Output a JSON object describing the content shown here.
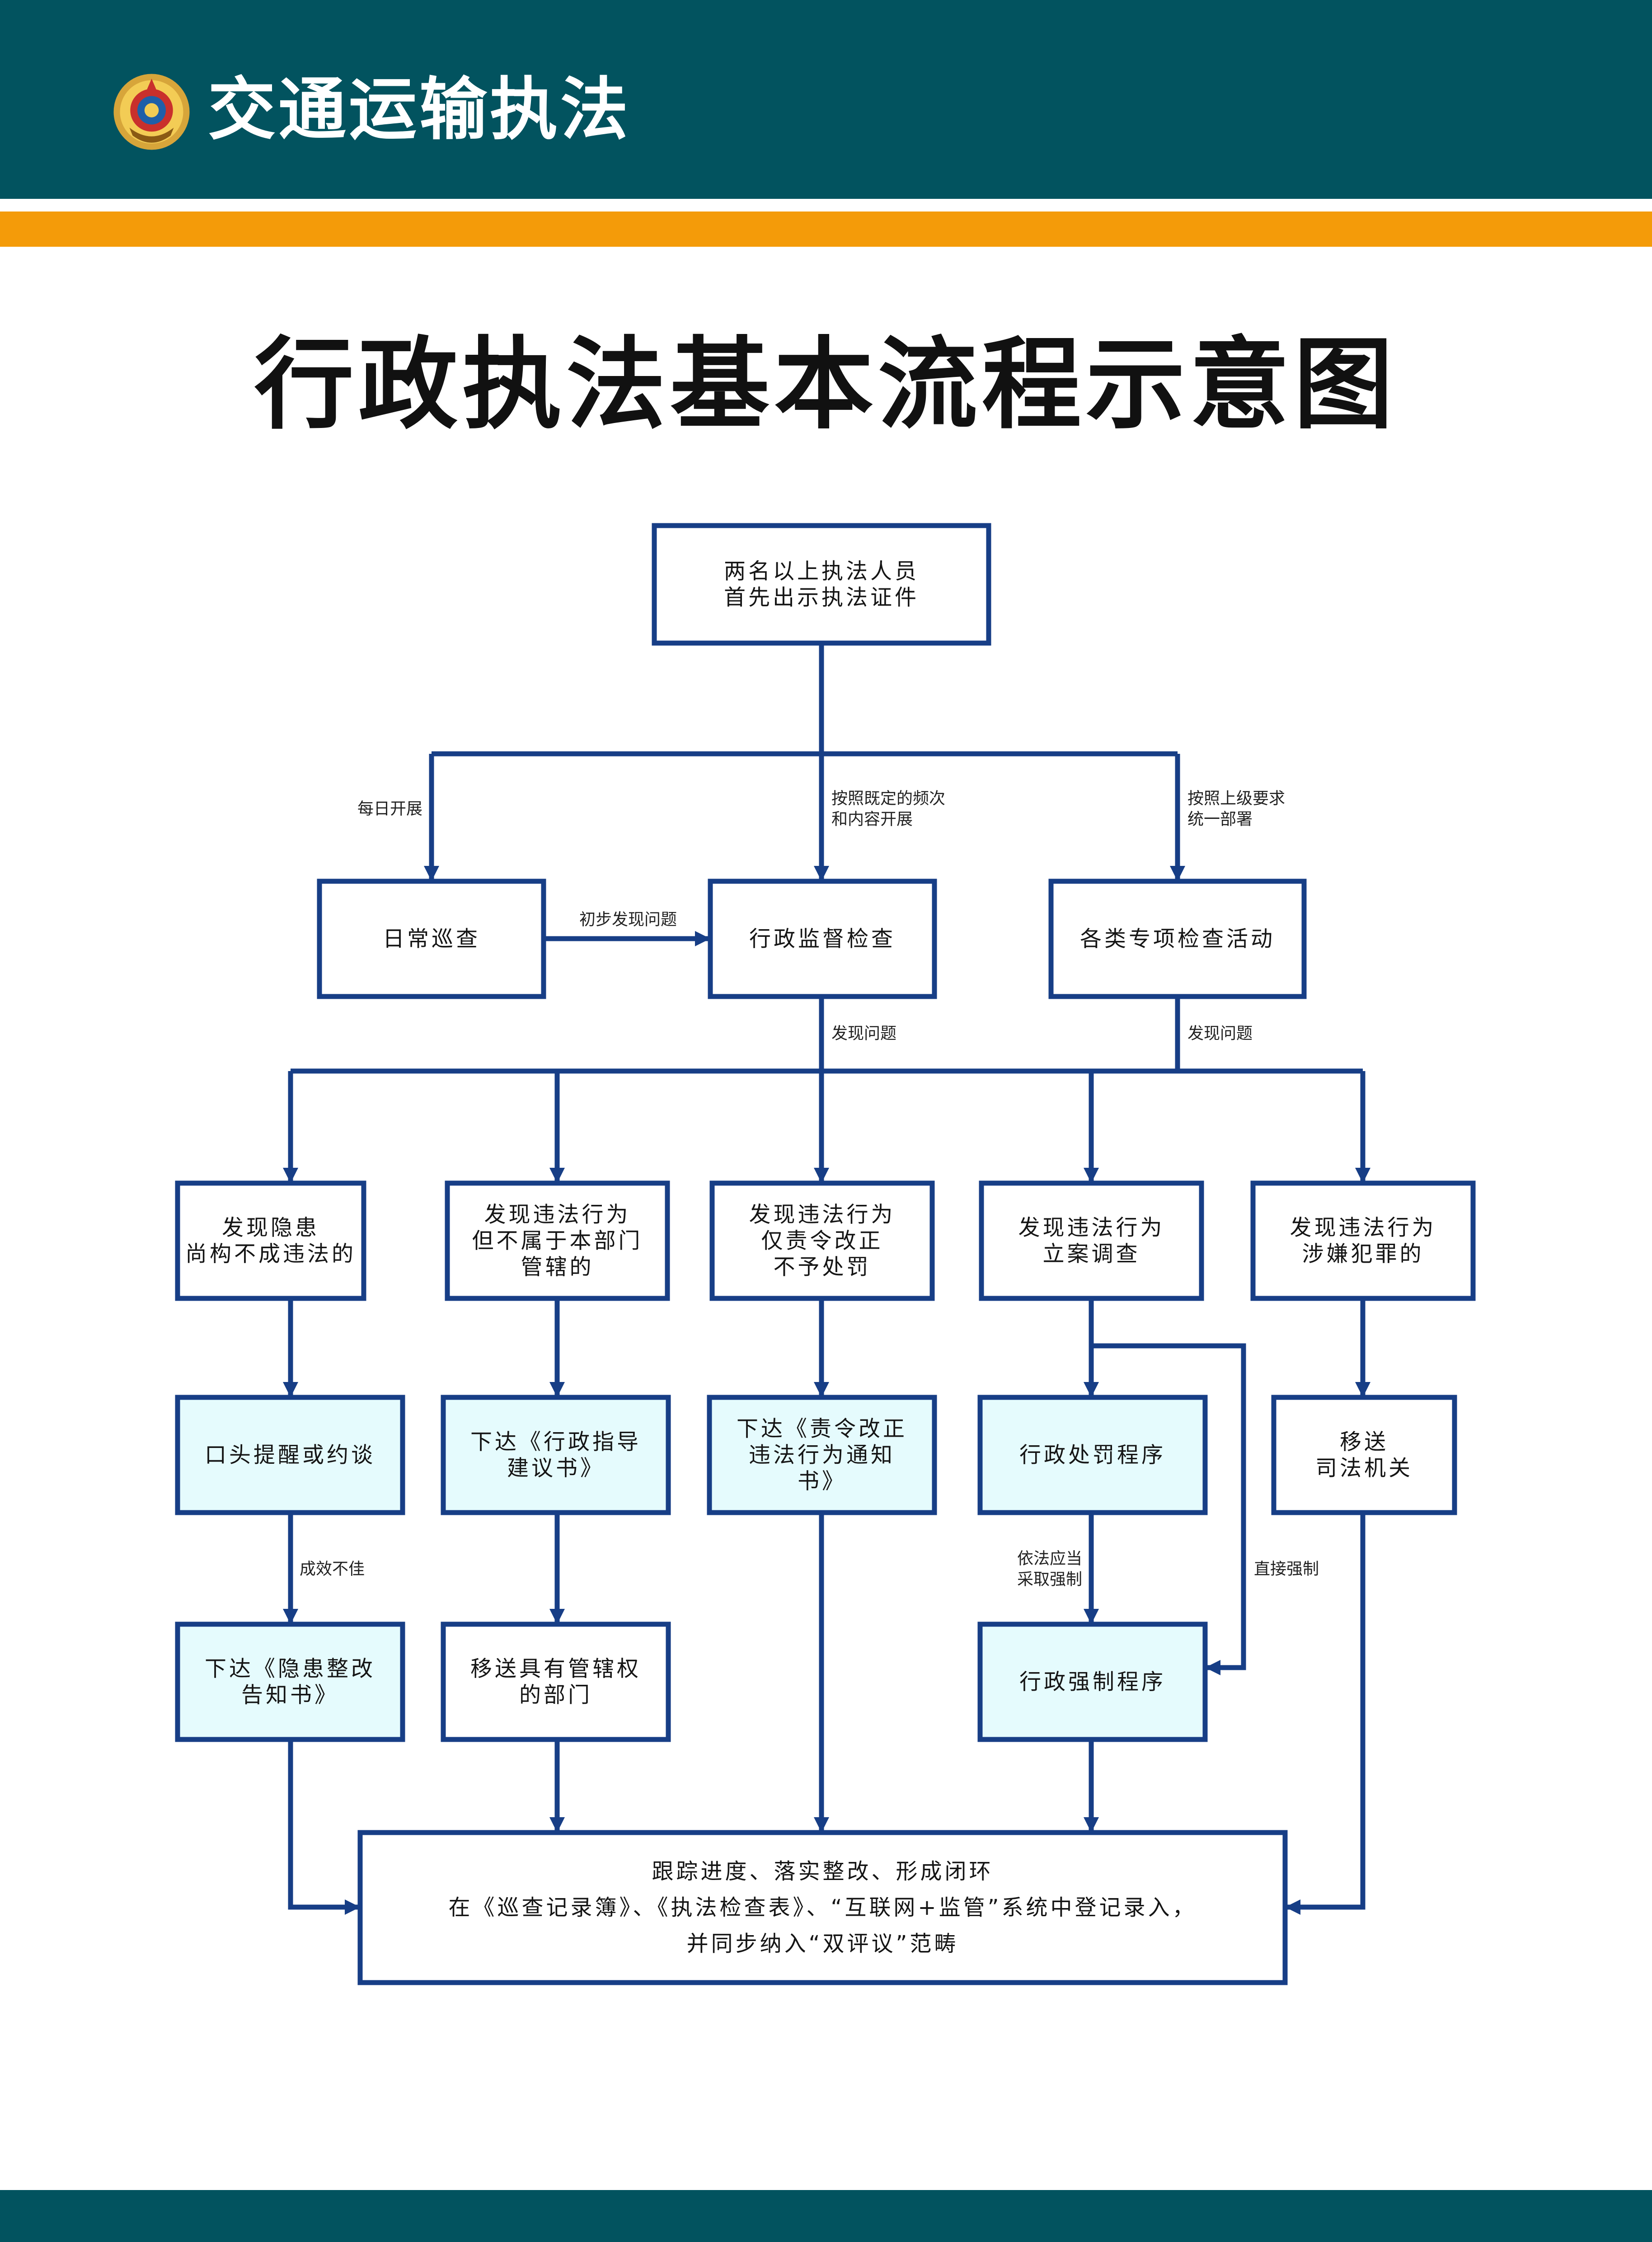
{
  "header": {
    "title": "交通运输执法",
    "emblem_icon": "police-emblem-icon"
  },
  "diagram_title": "行政执法基本流程示意图",
  "colors": {
    "header_bg": "#02535f",
    "stripe": "#f49b09",
    "line": "#173e86",
    "box_fill_light": "#e5fbfd",
    "box_fill_white": "#ffffff"
  },
  "nodes": [
    {
      "id": "start",
      "lines": [
        "两名以上执法人员",
        "首先出示执法证件"
      ],
      "fill": "white"
    },
    {
      "id": "daily",
      "lines": [
        "日常巡查"
      ],
      "fill": "white"
    },
    {
      "id": "supervise",
      "lines": [
        "行政监督检查"
      ],
      "fill": "white"
    },
    {
      "id": "special",
      "lines": [
        "各类专项检查活动"
      ],
      "fill": "white"
    },
    {
      "id": "c1",
      "lines": [
        "发现隐患",
        "尚构不成违法的"
      ],
      "fill": "white"
    },
    {
      "id": "c2",
      "lines": [
        "发现违法行为",
        "但不属于本部门",
        "管辖的"
      ],
      "fill": "white"
    },
    {
      "id": "c3",
      "lines": [
        "发现违法行为",
        "仅责令改正",
        "不予处罚"
      ],
      "fill": "white"
    },
    {
      "id": "c4",
      "lines": [
        "发现违法行为",
        "立案调查"
      ],
      "fill": "white"
    },
    {
      "id": "c5",
      "lines": [
        "发现违法行为",
        "涉嫌犯罪的"
      ],
      "fill": "white"
    },
    {
      "id": "a1",
      "lines": [
        "口头提醒或约谈"
      ],
      "fill": "light"
    },
    {
      "id": "a2",
      "lines": [
        "下达《行政指导",
        "建议书》"
      ],
      "fill": "light"
    },
    {
      "id": "a3",
      "lines": [
        "下达《责令改正",
        "违法行为通知",
        "书》"
      ],
      "fill": "light"
    },
    {
      "id": "a4",
      "lines": [
        "行政处罚程序"
      ],
      "fill": "light"
    },
    {
      "id": "a5",
      "lines": [
        "移送",
        "司法机关"
      ],
      "fill": "white"
    },
    {
      "id": "b1",
      "lines": [
        "下达《隐患整改",
        "告知书》"
      ],
      "fill": "light"
    },
    {
      "id": "b2",
      "lines": [
        "移送具有管辖权",
        "的部门"
      ],
      "fill": "white"
    },
    {
      "id": "b4",
      "lines": [
        "行政强制程序"
      ],
      "fill": "light"
    },
    {
      "id": "final",
      "lines": [
        "跟踪进度、落实整改、形成闭环",
        "在《巡查记录簿》、《执法检查表》、“互联网+监管”系统中登记录入，",
        "并同步纳入“双评议”范畴"
      ],
      "fill": "white"
    }
  ],
  "edge_labels": [
    {
      "id": "lbl-daily",
      "lines": [
        "每日开展"
      ]
    },
    {
      "id": "lbl-freq",
      "lines": [
        "按照既定的频次",
        "和内容开展"
      ]
    },
    {
      "id": "lbl-superior",
      "lines": [
        "按照上级要求",
        "统一部署"
      ]
    },
    {
      "id": "lbl-initial",
      "lines": [
        "初步发现问题"
      ]
    },
    {
      "id": "lbl-found1",
      "lines": [
        "发现问题"
      ]
    },
    {
      "id": "lbl-found2",
      "lines": [
        "发现问题"
      ]
    },
    {
      "id": "lbl-ineffective",
      "lines": [
        "成效不佳"
      ]
    },
    {
      "id": "lbl-lawful",
      "lines": [
        "依法应当",
        "采取强制"
      ]
    },
    {
      "id": "lbl-direct",
      "lines": [
        "直接强制"
      ]
    }
  ]
}
